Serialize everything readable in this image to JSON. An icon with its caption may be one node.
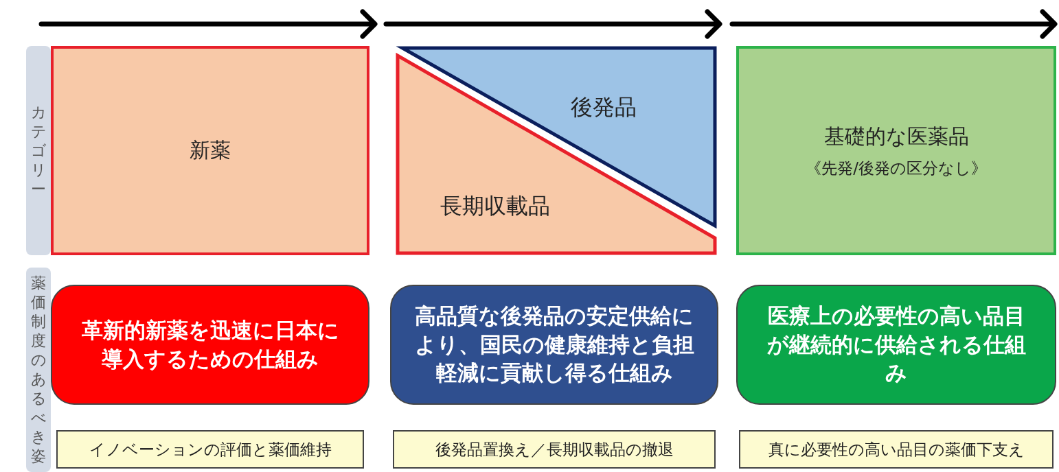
{
  "diagram": {
    "nodes": [
      {
        "text": [
          "カテゴリー"
        ]
      },
      {
        "text": [
          "新薬"
        ]
      },
      {
        "text": [
          "後発品"
        ]
      },
      {
        "text": [
          "長期収載品"
        ]
      },
      {
        "text": [
          "基礎的な医薬品",
          "《先発/後発の区分なし》"
        ]
      },
      {
        "text": [
          "薬価制度のあるべき姿"
        ]
      },
      {
        "text": [
          "革新的新薬を迅速に日本に導入するための仕組み"
        ]
      },
      {
        "text": [
          "高品質な後発品の安定供給により、国民の健康維持と負担軽減に貢献し得る仕組み"
        ]
      },
      {
        "text": [
          "医療上の必要性の高い品目が継続的に供給される仕組み"
        ]
      },
      {
        "text": [
          "イノベーションの評価と薬価維持"
        ]
      },
      {
        "text": [
          "後発品置換え／長期収載品の撤退"
        ]
      },
      {
        "text": [
          "真に必要性の高い品目の薬価下支え"
        ]
      }
    ]
  }
}
